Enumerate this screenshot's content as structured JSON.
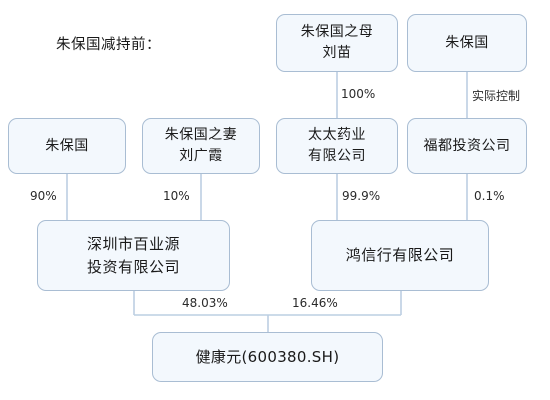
{
  "title": "朱保国减持前：",
  "nodes": {
    "zbg_mother": [
      "朱保国之母",
      "刘苗"
    ],
    "zbg_top": [
      "朱保国"
    ],
    "zbg_left": [
      "朱保国"
    ],
    "zbg_wife": [
      "朱保国之妻",
      "刘广霞"
    ],
    "taitai": [
      "太太药业",
      "有限公司"
    ],
    "fudu": [
      "福都投资公司"
    ],
    "baiye": [
      "深圳市百业源",
      "投资有限公司"
    ],
    "hongxin": [
      "鸿信行有限公司"
    ],
    "jky": [
      "健康元(600380.SH)"
    ]
  },
  "edges": {
    "mother_to_taitai": "100%",
    "zbg_to_fudu": "实际控制",
    "zbg_to_baiye": "90%",
    "wife_to_baiye": "10%",
    "taitai_to_hongxin": "99.9%",
    "fudu_to_hongxin": "0.1%",
    "baiye_to_jky": "48.03%",
    "hongxin_to_jky": "16.46%"
  }
}
